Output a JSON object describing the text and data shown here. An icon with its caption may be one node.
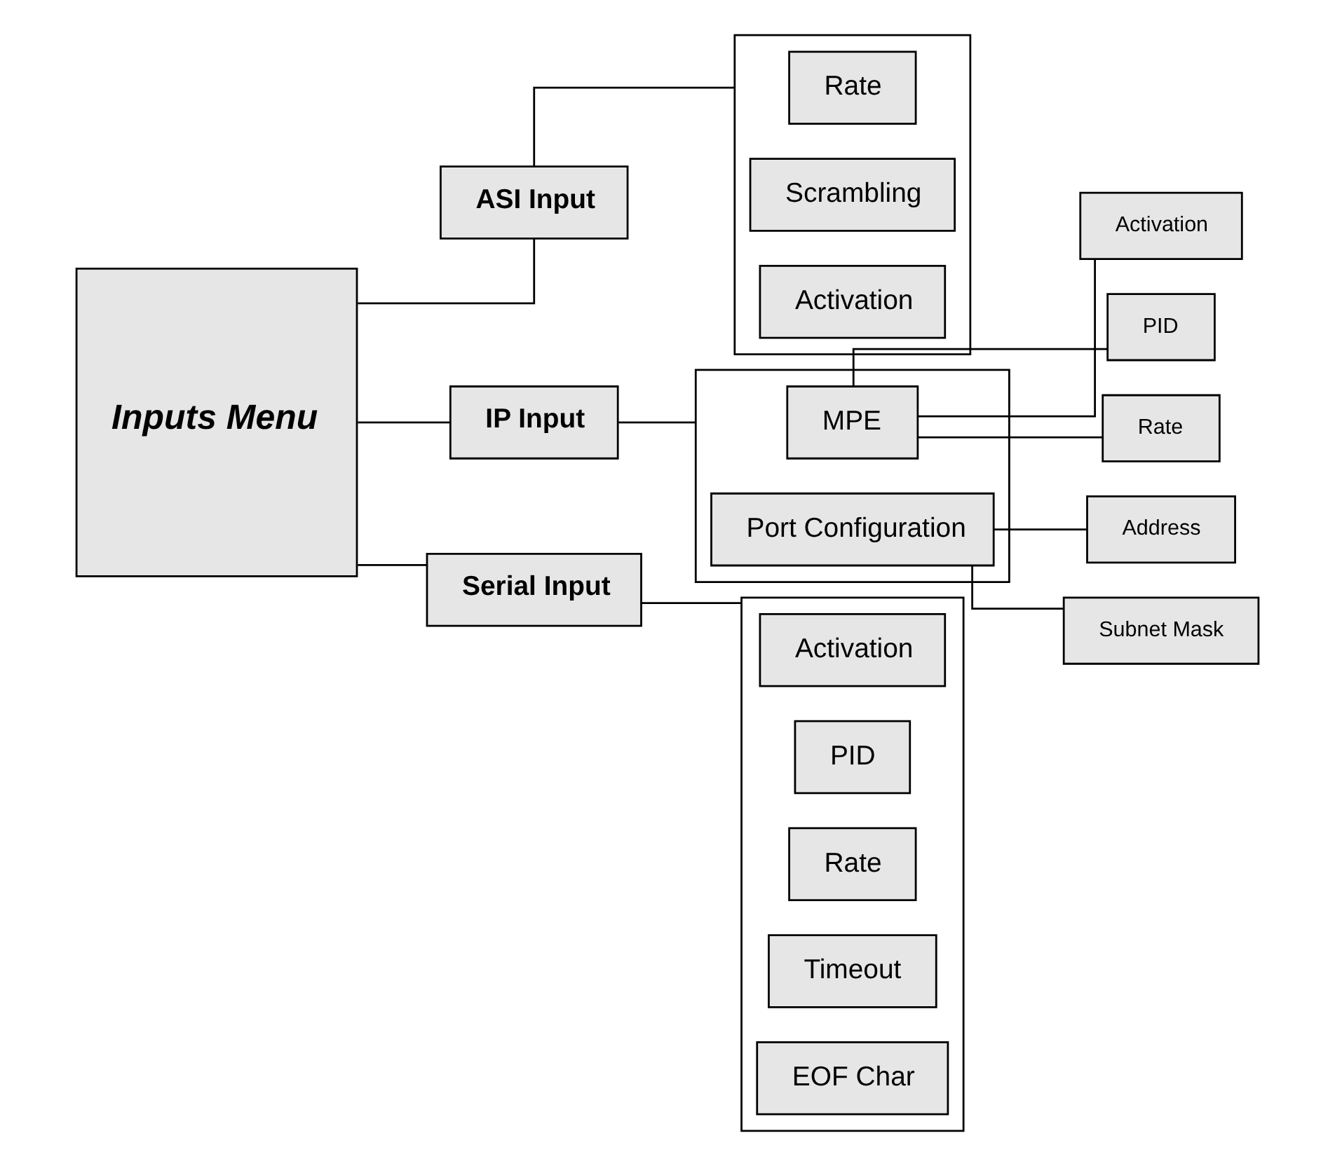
{
  "diagram": {
    "nodes": [
      {
        "text": [
          "Inputs Menu"
        ]
      },
      {
        "text": [
          "ASI Input"
        ]
      },
      {
        "text": [
          "IP Input"
        ]
      },
      {
        "text": [
          "Serial Input"
        ]
      },
      {
        "text": [],
        "shape": "box"
      },
      {
        "text": [
          "Rate"
        ],
        "in": 4
      },
      {
        "text": [
          "Scrambling"
        ],
        "in": 4
      },
      {
        "text": [
          "Activation"
        ],
        "in": 4
      },
      {
        "text": [],
        "shape": "box"
      },
      {
        "text": [
          "MPE"
        ],
        "in": 8
      },
      {
        "text": [
          "Port Configuration"
        ],
        "in": 8
      },
      {
        "text": [
          "Activation"
        ]
      },
      {
        "text": [
          "PID"
        ]
      },
      {
        "text": [
          "Rate"
        ]
      },
      {
        "text": [
          "Address"
        ]
      },
      {
        "text": [
          "Subnet Mask"
        ]
      },
      {
        "text": [],
        "shape": "box"
      },
      {
        "text": [
          "Activation"
        ],
        "in": 16
      },
      {
        "text": [
          "PID"
        ],
        "in": 16
      },
      {
        "text": [
          "Rate"
        ],
        "in": 16
      },
      {
        "text": [
          "Timeout"
        ],
        "in": 16
      },
      {
        "text": [
          "EOF Char"
        ],
        "in": 16
      }
    ],
    "edges": [
      {
        "from": 0,
        "to": 1,
        "arrow": "none"
      },
      {
        "from": 0,
        "to": 2,
        "arrow": "none"
      },
      {
        "from": 0,
        "to": 3,
        "arrow": "none"
      },
      {
        "from": 1,
        "to": 4,
        "arrow": "none"
      },
      {
        "from": 2,
        "to": 8,
        "arrow": "none"
      },
      {
        "from": 3,
        "to": 16,
        "arrow": "none"
      },
      {
        "from": 9,
        "to": 11,
        "arrow": "none"
      },
      {
        "from": 9,
        "to": 12,
        "arrow": "none"
      },
      {
        "from": 9,
        "to": 13,
        "arrow": "none"
      },
      {
        "from": 10,
        "to": 14,
        "arrow": "none"
      },
      {
        "from": 10,
        "to": 15,
        "arrow": "none"
      }
    ]
  }
}
